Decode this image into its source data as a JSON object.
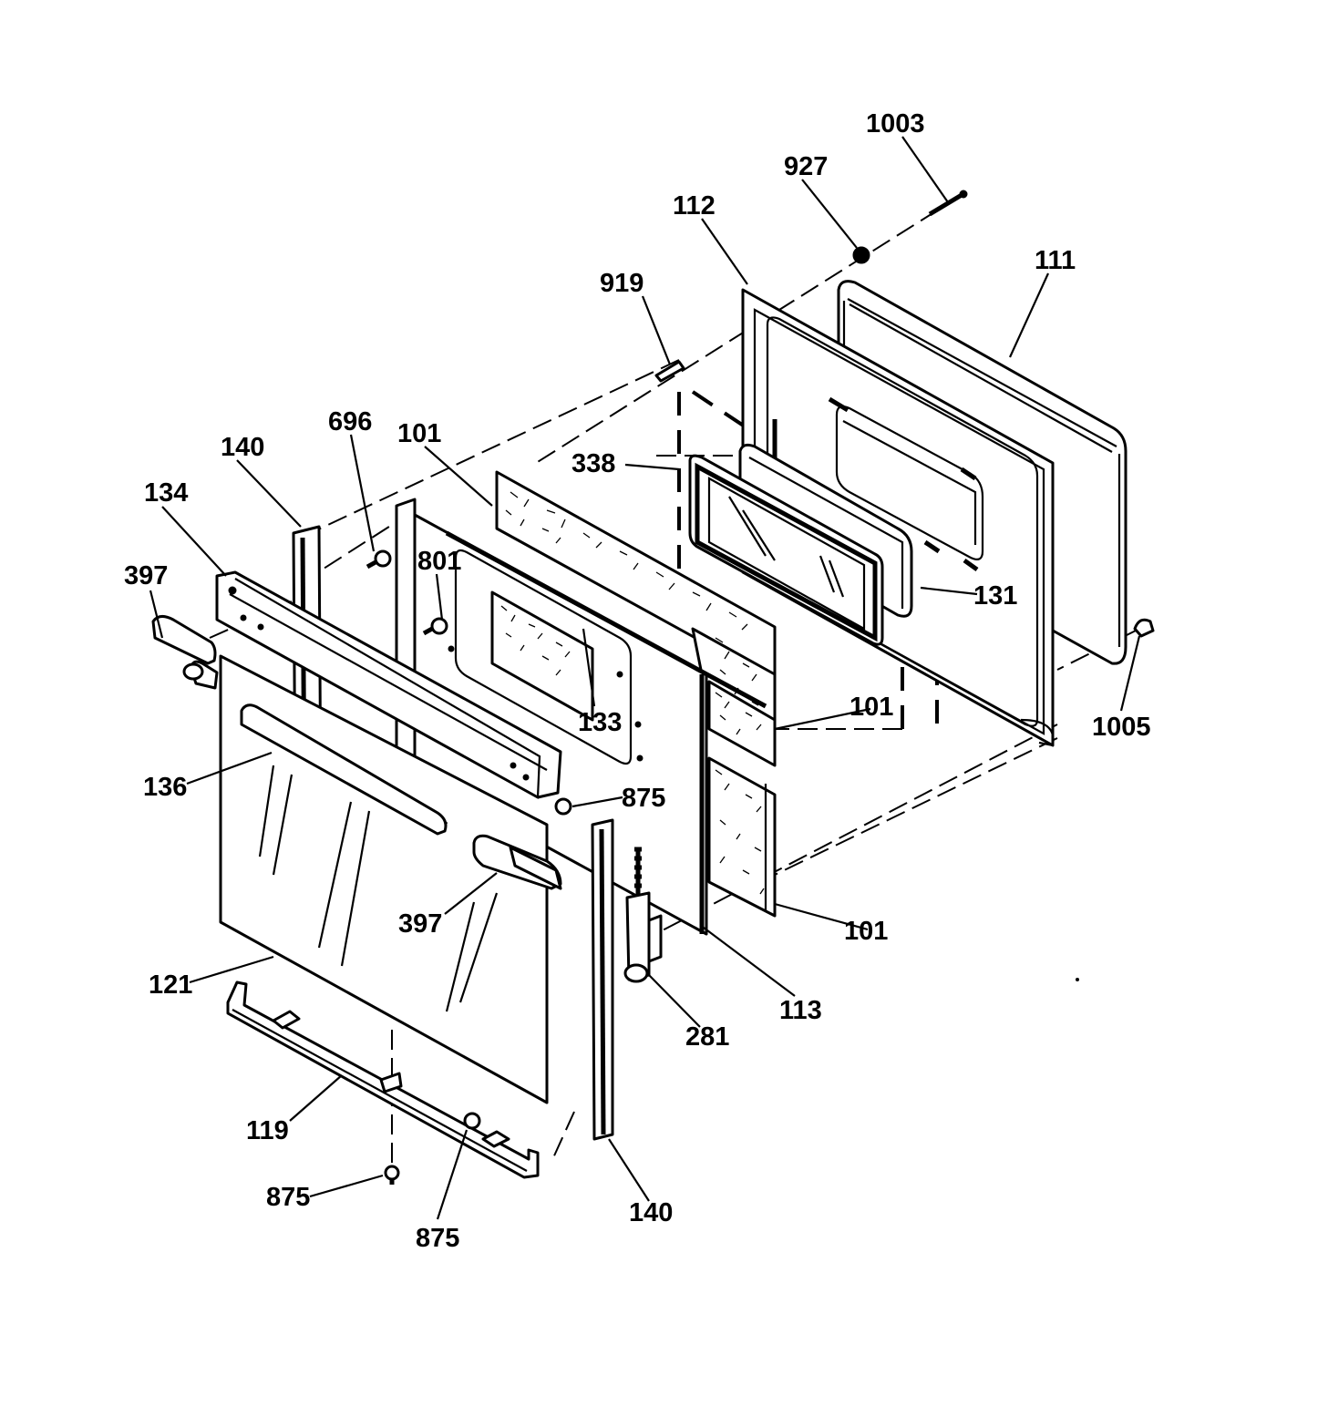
{
  "diagram": {
    "callouts": [
      {
        "id": "c1003",
        "label": "1003"
      },
      {
        "id": "c927",
        "label": "927"
      },
      {
        "id": "c112",
        "label": "112"
      },
      {
        "id": "c111",
        "label": "111"
      },
      {
        "id": "c919",
        "label": "919"
      },
      {
        "id": "c696",
        "label": "696"
      },
      {
        "id": "c140a",
        "label": "140"
      },
      {
        "id": "c101a",
        "label": "101"
      },
      {
        "id": "c338",
        "label": "338"
      },
      {
        "id": "c134",
        "label": "134"
      },
      {
        "id": "c397a",
        "label": "397"
      },
      {
        "id": "c801",
        "label": "801"
      },
      {
        "id": "c131",
        "label": "131"
      },
      {
        "id": "c101b",
        "label": "101"
      },
      {
        "id": "c1005",
        "label": "1005"
      },
      {
        "id": "c133",
        "label": "133"
      },
      {
        "id": "c136",
        "label": "136"
      },
      {
        "id": "c875a",
        "label": "875"
      },
      {
        "id": "c397b",
        "label": "397"
      },
      {
        "id": "c101c",
        "label": "101"
      },
      {
        "id": "c121",
        "label": "121"
      },
      {
        "id": "c113",
        "label": "113"
      },
      {
        "id": "c281",
        "label": "281"
      },
      {
        "id": "c119",
        "label": "119"
      },
      {
        "id": "c875b",
        "label": "875"
      },
      {
        "id": "c875c",
        "label": "875"
      },
      {
        "id": "c140b",
        "label": "140"
      }
    ]
  }
}
